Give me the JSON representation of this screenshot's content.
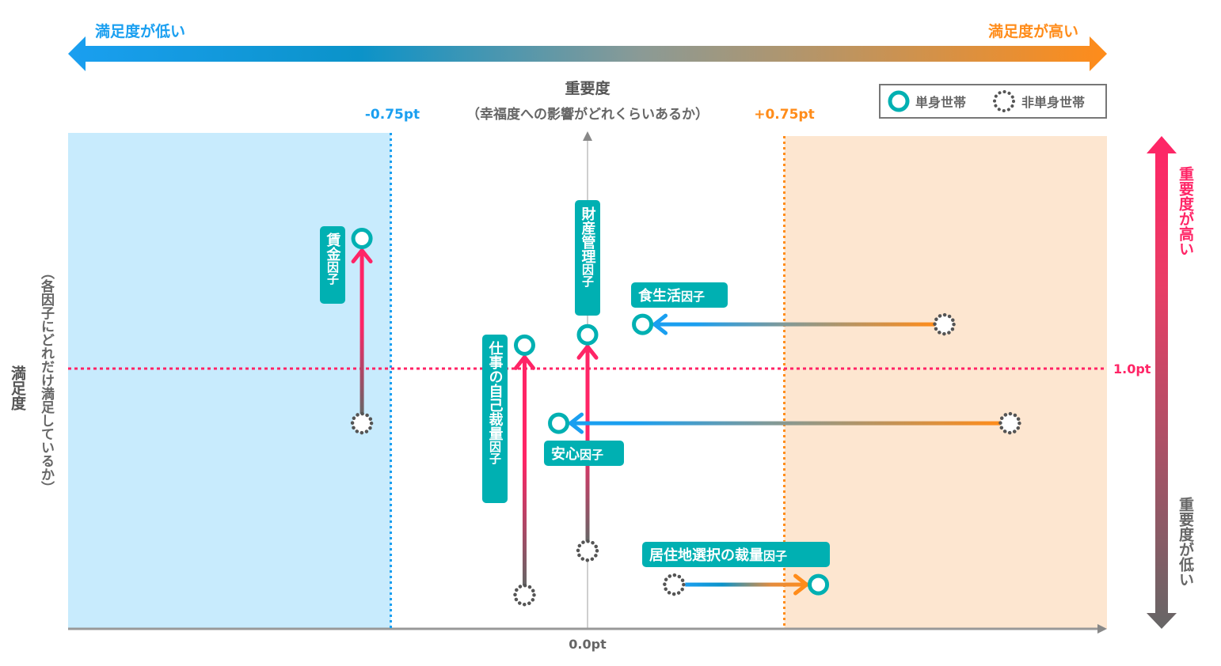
{
  "chart_data": {
    "type": "scatter",
    "title": "",
    "top_axis": {
      "left_label": "満足度が低い",
      "right_label": "満足度が高い",
      "left_color": "#1a9ff0",
      "right_color": "#ff8c1a"
    },
    "vertical_axis": {
      "title": "重要度",
      "subtitle": "（幸福度への影響がどれくらいあるか）",
      "high_label": "重要度が高い",
      "low_label": "重要度が低い",
      "high_color": "#ff2466",
      "low_color": "#666666",
      "reference_label": "1.0pt",
      "reference_value": 1.0,
      "ylim": [
        0,
        1.9
      ]
    },
    "horizontal_axis": {
      "title": "満足度",
      "subtitle": "（各因子にどれだけ満足しているか）",
      "zero_label": "0.0pt",
      "low_threshold_label": "-0.75pt",
      "high_threshold_label": "+0.75pt",
      "low_threshold": -0.75,
      "high_threshold": 0.75,
      "xlim": [
        -1.97,
        1.97
      ]
    },
    "regions": [
      {
        "name": "low-satisfaction-zone",
        "from": -1.97,
        "to": -0.75,
        "color": "#c8ebfd"
      },
      {
        "name": "high-satisfaction-zone",
        "from": 0.75,
        "to": 1.97,
        "color": "#fde6d0"
      }
    ],
    "legend": {
      "position": "top-right",
      "items": [
        {
          "label": "単身世帯",
          "style": "solid-ring"
        },
        {
          "label": "非単身世帯",
          "style": "dotted-ring"
        }
      ]
    },
    "series": [
      {
        "name": "単身世帯",
        "color": "#00b0b2"
      },
      {
        "name": "非単身世帯",
        "color": "#555555"
      }
    ],
    "factors": [
      {
        "label_main": "賃金",
        "label_suffix": "因子",
        "orientation": "vertical",
        "direction": "up",
        "single": {
          "x": -0.86,
          "y": 1.5
        },
        "non_single": {
          "x": -0.86,
          "y": 0.79
        }
      },
      {
        "label_main": "仕事の自己裁量",
        "label_suffix": "因子",
        "orientation": "vertical",
        "direction": "up",
        "single": {
          "x": -0.24,
          "y": 1.09
        },
        "non_single": {
          "x": -0.24,
          "y": 0.13
        }
      },
      {
        "label_main": "財産管理",
        "label_suffix": "因子",
        "orientation": "vertical",
        "direction": "up",
        "single": {
          "x": 0.0,
          "y": 1.13
        },
        "non_single": {
          "x": 0.0,
          "y": 0.3
        }
      },
      {
        "label_main": "食生活",
        "label_suffix": "因子",
        "orientation": "horizontal",
        "direction": "left",
        "single": {
          "x": 0.21,
          "y": 1.17
        },
        "non_single": {
          "x": 1.36,
          "y": 1.17
        }
      },
      {
        "label_main": "安心",
        "label_suffix": "因子",
        "orientation": "horizontal",
        "direction": "left",
        "single": {
          "x": -0.11,
          "y": 0.79
        },
        "non_single": {
          "x": 1.61,
          "y": 0.79
        }
      },
      {
        "label_main": "居住地選択の裁量",
        "label_suffix": "因子",
        "orientation": "horizontal",
        "direction": "right",
        "single": {
          "x": 0.88,
          "y": 0.17
        },
        "non_single": {
          "x": 0.33,
          "y": 0.17
        }
      }
    ]
  }
}
